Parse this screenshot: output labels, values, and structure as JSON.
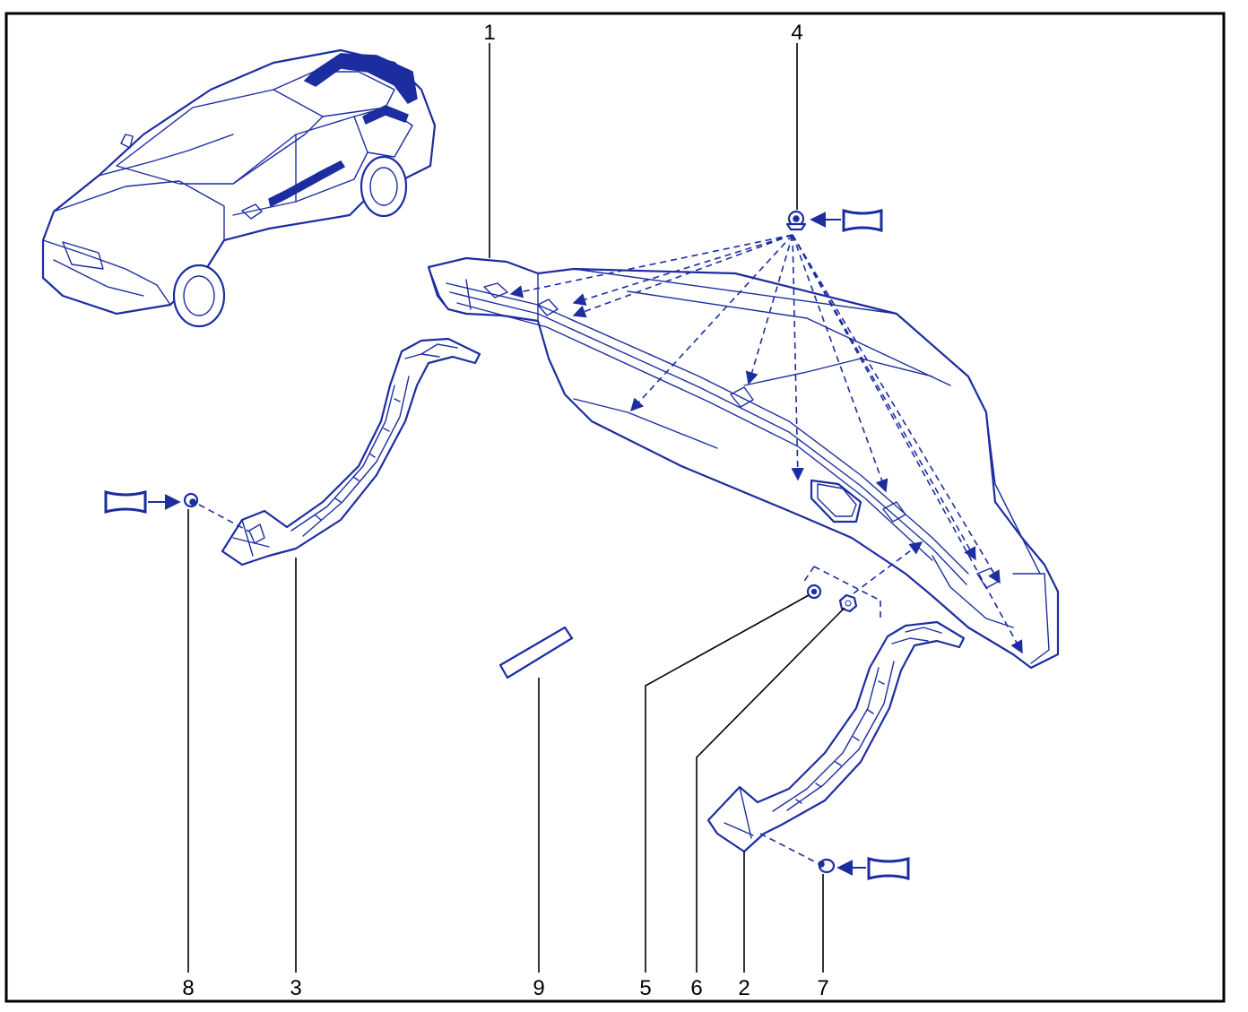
{
  "diagram": {
    "callouts": [
      {
        "id": "1",
        "label": "1"
      },
      {
        "id": "2",
        "label": "2"
      },
      {
        "id": "3",
        "label": "3"
      },
      {
        "id": "4",
        "label": "4"
      },
      {
        "id": "5",
        "label": "5"
      },
      {
        "id": "6",
        "label": "6"
      },
      {
        "id": "7",
        "label": "7"
      },
      {
        "id": "8",
        "label": "8"
      },
      {
        "id": "9",
        "label": "9"
      }
    ],
    "line_color": "#1c2da0",
    "text_color": "#000000",
    "icons": [
      "car-overview-icon",
      "clip-symbol-icon"
    ]
  }
}
